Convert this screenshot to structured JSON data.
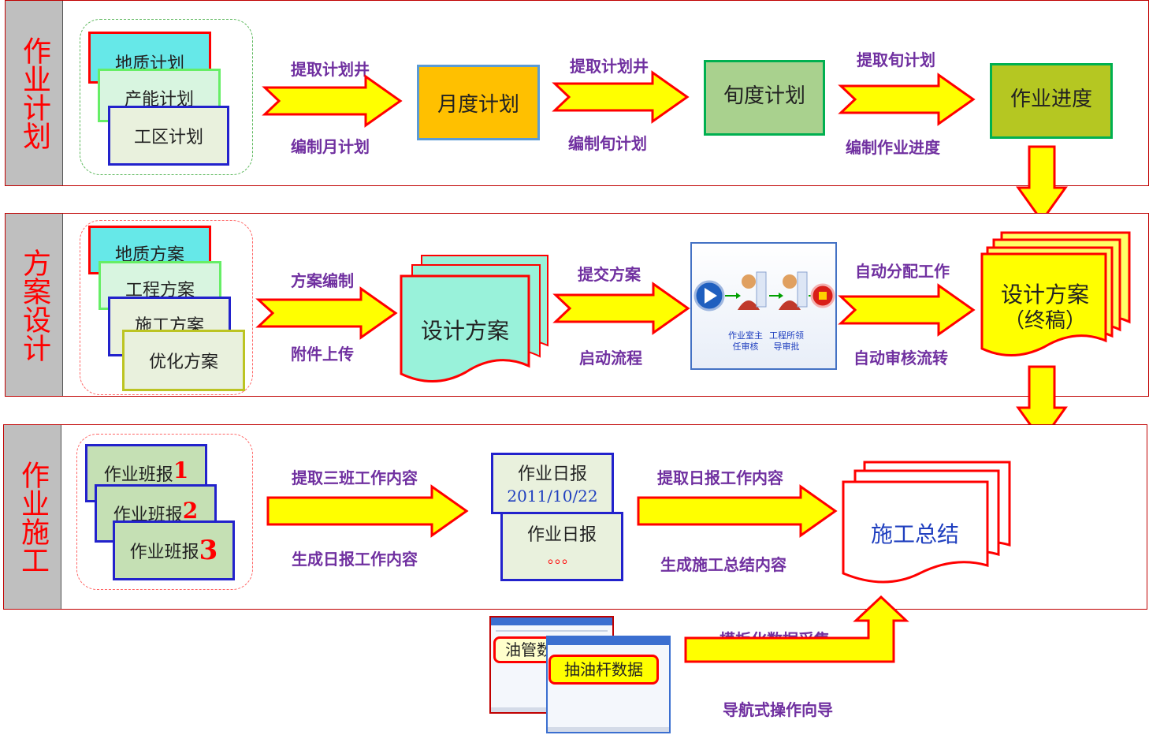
{
  "bands": {
    "plan": "作业计划",
    "design": "方案设计",
    "construction": "作业施工"
  },
  "plan": {
    "docs": [
      "地质计划",
      "产能计划",
      "工区计划"
    ],
    "arrow1_top": "提取计划井",
    "arrow1_bottom": "编制月计划",
    "monthly": "月度计划",
    "arrow2_top": "提取计划井",
    "arrow2_bottom": "编制旬计划",
    "tenday": "旬度计划",
    "arrow3_top": "提取旬计划",
    "arrow3_bottom": "编制作业进度",
    "progress": "作业进度"
  },
  "design": {
    "docs": [
      "地质方案",
      "工程方案",
      "施工方案",
      "优化方案"
    ],
    "arrow1_top": "方案编制",
    "arrow1_bottom": "附件上传",
    "design_plan": "设计方案",
    "arrow2_top": "提交方案",
    "arrow2_bottom": "启动流程",
    "flow_label1": "作业室主任审核",
    "flow_label2": "工程所领导审批",
    "arrow3_top": "自动分配工作",
    "arrow3_bottom": "自动审核流转",
    "final_line1": "设计方案",
    "final_line2": "（终稿）"
  },
  "construction": {
    "shift_label": "作业班报",
    "shift_numbers": [
      "1",
      "2",
      "3"
    ],
    "arrow1_top": "提取三班工作内容",
    "arrow1_bottom": "生成日报工作内容",
    "daily_title": "作业日报",
    "daily_date": "2011/10/22",
    "daily_title2": "作业日报",
    "daily_dots": "。。。",
    "arrow2_top": "提取日报工作内容",
    "arrow2_bottom": "生成施工总结内容",
    "summary": "施工总结"
  },
  "bottom": {
    "tubing": "油管数",
    "sucker_rod": "抽油杆数据",
    "label_top": "模板化数据采集",
    "label_bottom": "导航式操作向导"
  },
  "colors": {
    "arrow_fill": "#ffff00",
    "arrow_stroke": "#ff0000",
    "label": "#7030a0",
    "band_label": "#ff0000"
  }
}
